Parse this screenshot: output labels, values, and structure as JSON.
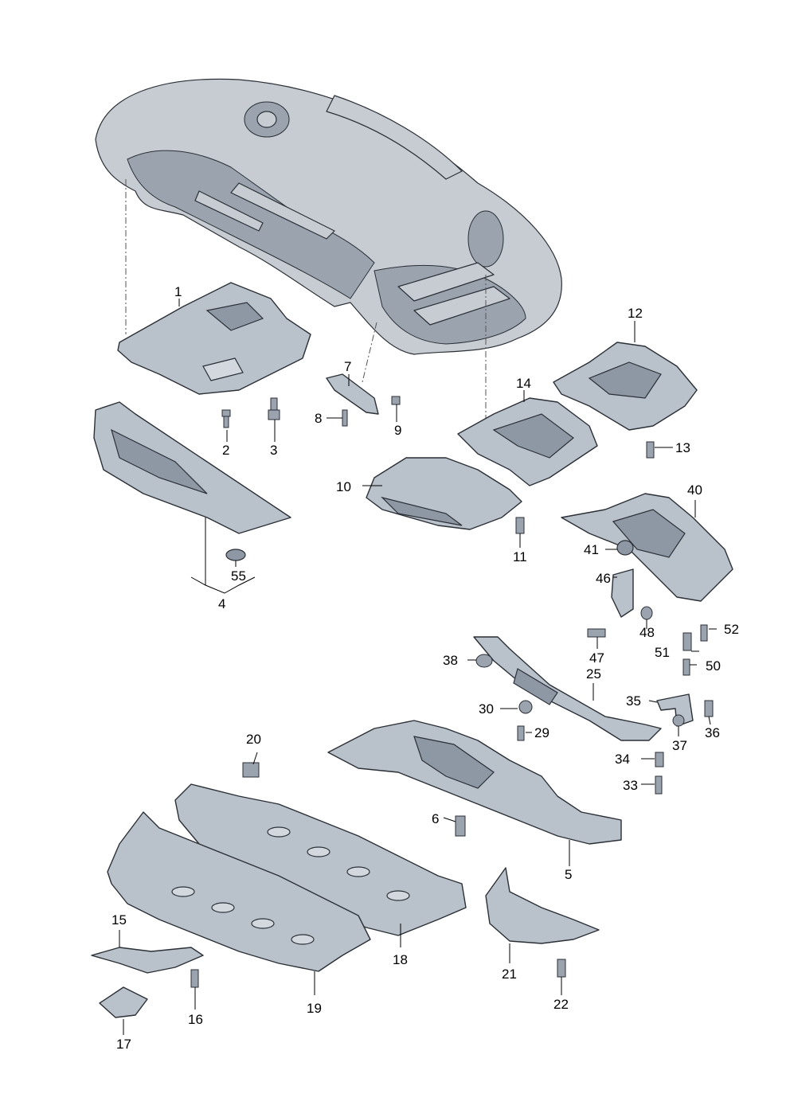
{
  "diagram": {
    "callouts": {
      "c1": "1",
      "c2": "2",
      "c3": "3",
      "c4": "4",
      "c5": "5",
      "c6": "6",
      "c7": "7",
      "c8": "8",
      "c9": "9",
      "c10": "10",
      "c11": "11",
      "c12": "12",
      "c13": "13",
      "c14": "14",
      "c15": "15",
      "c16": "16",
      "c17": "17",
      "c18": "18",
      "c19": "19",
      "c20": "20",
      "c21": "21",
      "c22": "22",
      "c25": "25",
      "c29": "29",
      "c30": "30",
      "c33": "33",
      "c34": "34",
      "c35": "35",
      "c36": "36",
      "c37": "37",
      "c38": "38",
      "c40": "40",
      "c41": "41",
      "c46": "46",
      "c47": "47",
      "c48": "48",
      "c50": "50",
      "c51": "51",
      "c52": "52",
      "c55": "55"
    }
  }
}
